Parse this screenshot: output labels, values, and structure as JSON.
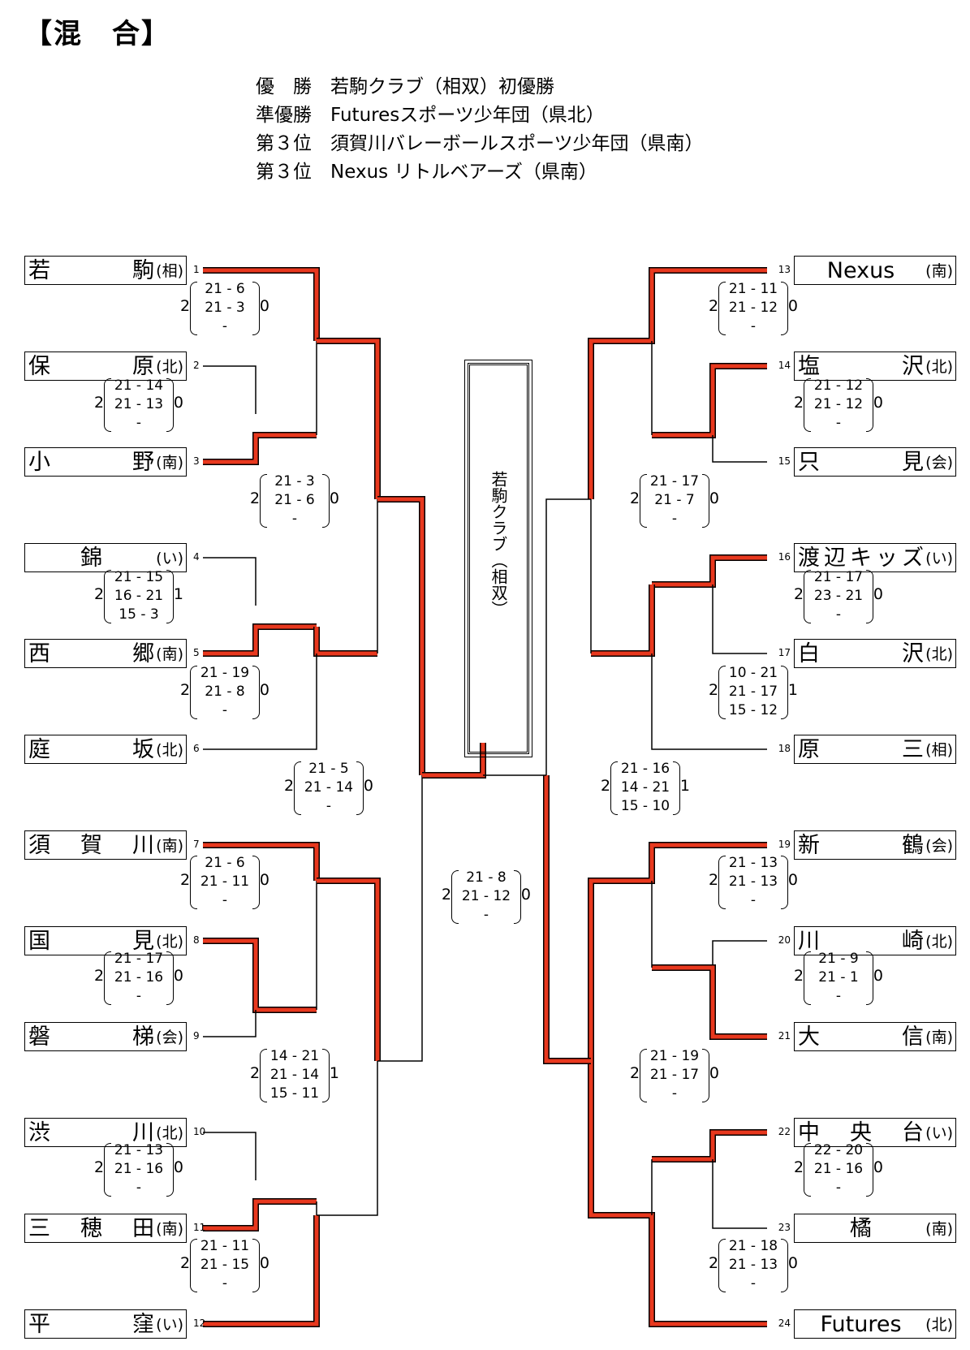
{
  "title": "【混　合】",
  "results": [
    {
      "place": "優　勝",
      "team": "若駒クラブ（相双）初優勝"
    },
    {
      "place": "準優勝",
      "team": "Futuresスポーツ少年団（県北）"
    },
    {
      "place": "第３位",
      "team": "須賀川バレーボールスポーツ少年団（県南）"
    },
    {
      "place": "第３位",
      "team": "Nexus リトルベアーズ（県南）"
    }
  ],
  "champion": "若駒クラブ（相双）",
  "teams_left": [
    {
      "no": "1",
      "name": "若駒",
      "region": "(相)"
    },
    {
      "no": "2",
      "name": "保原",
      "region": "(北)"
    },
    {
      "no": "3",
      "name": "小野",
      "region": "(南)"
    },
    {
      "no": "4",
      "name": "錦",
      "region": "(い)"
    },
    {
      "no": "5",
      "name": "西郷",
      "region": "(南)"
    },
    {
      "no": "6",
      "name": "庭坂",
      "region": "(北)"
    },
    {
      "no": "7",
      "name": "須賀川",
      "region": "(南)"
    },
    {
      "no": "8",
      "name": "国見",
      "region": "(北)"
    },
    {
      "no": "9",
      "name": "磐梯",
      "region": "(会)"
    },
    {
      "no": "10",
      "name": "渋川",
      "region": "(北)"
    },
    {
      "no": "11",
      "name": "三穂田",
      "region": "(南)"
    },
    {
      "no": "12",
      "name": "平窪",
      "region": "(い)"
    }
  ],
  "teams_right": [
    {
      "no": "13",
      "name": "Nexus",
      "region": "(南)"
    },
    {
      "no": "14",
      "name": "塩沢",
      "region": "(北)"
    },
    {
      "no": "15",
      "name": "只見",
      "region": "(会)"
    },
    {
      "no": "16",
      "name": "渡辺キッズ",
      "region": "(い)"
    },
    {
      "no": "17",
      "name": "白沢",
      "region": "(北)"
    },
    {
      "no": "18",
      "name": "原三",
      "region": "(相)"
    },
    {
      "no": "19",
      "name": "新鶴",
      "region": "(会)"
    },
    {
      "no": "20",
      "name": "川崎",
      "region": "(北)"
    },
    {
      "no": "21",
      "name": "大信",
      "region": "(南)"
    },
    {
      "no": "22",
      "name": "中央台",
      "region": "(い)"
    },
    {
      "no": "23",
      "name": "橘",
      "region": "(南)"
    },
    {
      "no": "24",
      "name": "Futures",
      "region": "(北)"
    }
  ],
  "scores": [
    {
      "lw": "2",
      "s1": "21 - 6",
      "s2": "21 - 3",
      "s3": "-",
      "rw": "0"
    },
    {
      "lw": "2",
      "s1": "21 - 14",
      "s2": "21 - 13",
      "s3": "-",
      "rw": "0"
    },
    {
      "lw": "2",
      "s1": "21 - 3",
      "s2": "21 - 6",
      "s3": "-",
      "rw": "0"
    },
    {
      "lw": "2",
      "s1": "21 - 15",
      "s2": "16 - 21",
      "s3": "15 - 3",
      "rw": "1"
    },
    {
      "lw": "2",
      "s1": "21 - 19",
      "s2": "21 - 8",
      "s3": "-",
      "rw": "0"
    },
    {
      "lw": "2",
      "s1": "21 - 5",
      "s2": "21 - 14",
      "s3": "-",
      "rw": "0"
    },
    {
      "lw": "2",
      "s1": "21 - 6",
      "s2": "21 - 11",
      "s3": "-",
      "rw": "0"
    },
    {
      "lw": "2",
      "s1": "21 - 17",
      "s2": "21 - 16",
      "s3": "-",
      "rw": "0"
    },
    {
      "lw": "2",
      "s1": "14 - 21",
      "s2": "21 - 14",
      "s3": "15 - 11",
      "rw": "1"
    },
    {
      "lw": "2",
      "s1": "21 - 13",
      "s2": "21 - 16",
      "s3": "-",
      "rw": "0"
    },
    {
      "lw": "2",
      "s1": "21 - 11",
      "s2": "21 - 15",
      "s3": "-",
      "rw": "0"
    },
    {
      "lw": "2",
      "s1": "21 - 8",
      "s2": "21 - 12",
      "s3": "-",
      "rw": "0"
    },
    {
      "lw": "2",
      "s1": "21 - 11",
      "s2": "21 - 12",
      "s3": "-",
      "rw": "0"
    },
    {
      "lw": "2",
      "s1": "21 - 12",
      "s2": "21 - 12",
      "s3": "-",
      "rw": "0"
    },
    {
      "lw": "2",
      "s1": "21 - 17",
      "s2": "21 - 7",
      "s3": "-",
      "rw": "0"
    },
    {
      "lw": "2",
      "s1": "21 - 17",
      "s2": "23 - 21",
      "s3": "-",
      "rw": "0"
    },
    {
      "lw": "2",
      "s1": "10 - 21",
      "s2": "21 - 17",
      "s3": "15 - 12",
      "rw": "1"
    },
    {
      "lw": "2",
      "s1": "21 - 16",
      "s2": "14 - 21",
      "s3": "15 - 10",
      "rw": "1"
    },
    {
      "lw": "2",
      "s1": "21 - 13",
      "s2": "21 - 13",
      "s3": "-",
      "rw": "0"
    },
    {
      "lw": "2",
      "s1": "21 - 9",
      "s2": "21 - 1",
      "s3": "-",
      "rw": "0"
    },
    {
      "lw": "2",
      "s1": "21 - 19",
      "s2": "21 - 17",
      "s3": "-",
      "rw": "0"
    },
    {
      "lw": "2",
      "s1": "22 - 20",
      "s2": "21 - 16",
      "s3": "-",
      "rw": "0"
    },
    {
      "lw": "2",
      "s1": "21 - 18",
      "s2": "21 - 13",
      "s3": "-",
      "rw": "0"
    }
  ],
  "colors": {
    "winner_path": "#e8381e",
    "line": "#000000"
  }
}
